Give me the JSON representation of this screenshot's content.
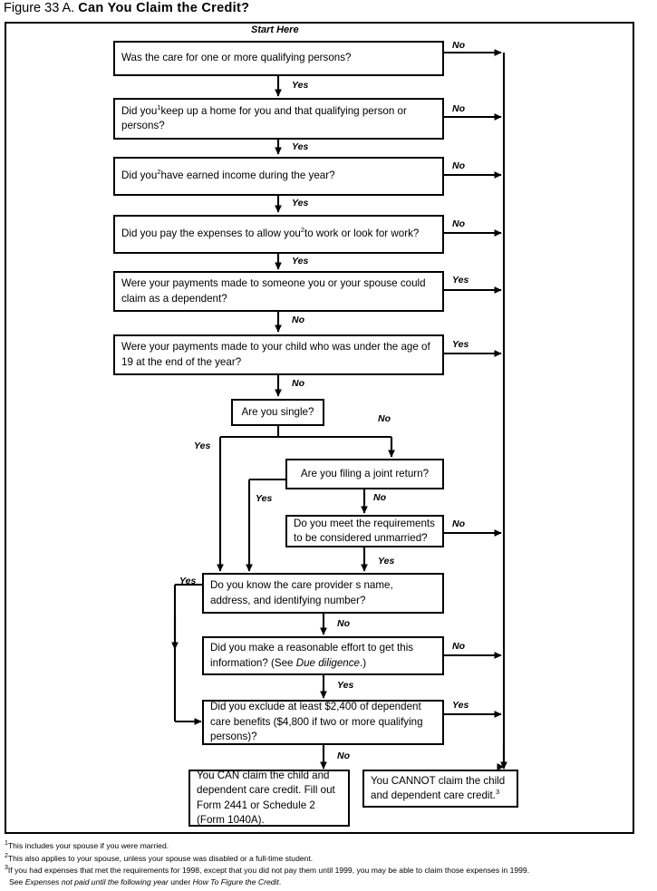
{
  "title": {
    "figure_label": "Figure 33 A.",
    "heading": "Can You Claim the Credit?"
  },
  "start_label": "Start Here",
  "colors": {
    "ink": "#000000",
    "paper": "#ffffff"
  },
  "nodes": {
    "q1": "Was the care for one or more qualifying persons?",
    "q2_a": "Did you",
    "q2_sup": "1",
    "q2_b": "keep up a home for you and that qualifying person or persons?",
    "q3_a": "Did you",
    "q3_sup": "2",
    "q3_b": "have earned income during the year?",
    "q4_a": "Did you pay the expenses to allow you",
    "q4_sup": "2",
    "q4_b": "to work or look for work?",
    "q5": "Were your payments made to someone you or your spouse could claim as a dependent?",
    "q6": "Were your payments made to your child who was under the age of 19 at the end of the year?",
    "q7": "Are you single?",
    "q8": "Are you filing a joint return?",
    "q9": "Do you meet the requirements to be considered unmarried?",
    "q10": "Do you know the care provider s name, address, and identifying number?",
    "q11_a": "Did you make a reasonable effort to get this information? (See ",
    "q11_ital": "Due diligence",
    "q11_b": ".)",
    "q12": "Did you exclude at least $2,400 of dependent care benefits ($4,800 if two or more qualifying persons)?",
    "result_can": "You CAN claim the child and dependent care credit. Fill out Form 2441 or Schedule 2 (Form 1040A).",
    "result_cannot": "You CANNOT claim the child and dependent care credit.",
    "result_cannot_sup": "3"
  },
  "edge_labels": {
    "e1_no": "No",
    "e1_yes": "Yes",
    "e2_no": "No",
    "e2_yes": "Yes",
    "e3_no": "No",
    "e3_yes": "Yes",
    "e4_no": "No",
    "e4_yes": "Yes",
    "e5_yes": "Yes",
    "e5_no": "No",
    "e6_yes": "Yes",
    "e6_no": "No",
    "e7_yes": "Yes",
    "e7_no": "No",
    "e8_yes": "Yes",
    "e8_no": "No",
    "e9_no": "No",
    "e9_yes": "Yes",
    "e10_yes": "Yes",
    "e10_no": "No",
    "e11_no": "No",
    "e11_yes": "Yes",
    "e12_yes": "Yes",
    "e12_no": "No"
  },
  "footnotes": {
    "one_sup": "1",
    "one": "This includes your spouse if you were married.",
    "two_sup": "2",
    "two": "This also applies to your spouse, unless your spouse was disabled or a full-time student.",
    "three_sup": "3",
    "three": "If you had expenses that met the requirements for 1998, except that you did not pay them until 1999, you may be able to claim those expenses in 1999.",
    "three_cont_pre": " See ",
    "three_cont_ital1": "Expenses not paid until the following year",
    "three_cont_mid": " under ",
    "three_cont_ital2": "How To Figure the Credit",
    "three_cont_post": "."
  }
}
